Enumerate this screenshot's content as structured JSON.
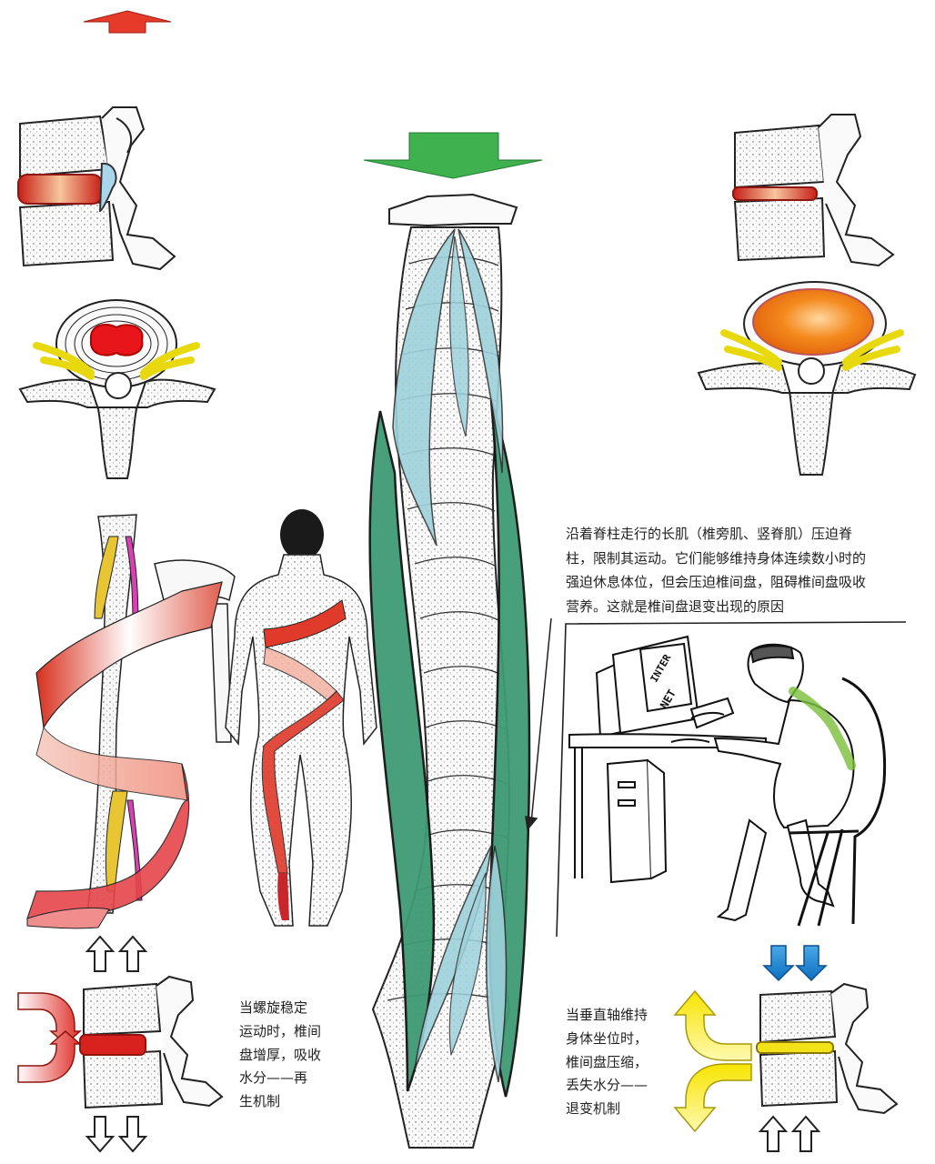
{
  "captions": {
    "main_lines": [
      "沿着脊柱走行的长肌（椎旁肌、竖脊肌）压迫脊",
      "柱，限制其运动。它们能够维持身体连续数小时的",
      "强迫休息体位，但会压迫椎间盘，阻碍椎间盘吸收",
      "营养。这就是椎间盘退变出现的原因"
    ],
    "regeneration_lines": [
      "当螺旋稳定",
      "运动时，椎间",
      "盘增厚，吸收",
      "水分——再",
      "生机制"
    ],
    "degeneration_lines": [
      "当垂直轴维持",
      "身体坐位时，",
      "椎间盘压缩，",
      "丢失水分——",
      "退变机制"
    ]
  },
  "monitor_screen_text": [
    "INTER",
    "NET"
  ],
  "colors": {
    "disc_healthy_red": "#d9281e",
    "disc_degenerated_orange": "#f07d10",
    "nerve_yellow": "#f2e21a",
    "muscle_green": "#3e9a74",
    "muscle_light_blue": "#9ed2dc",
    "arrow_green": "#3fb24f",
    "arrow_blue": "#1f8ad4",
    "arrow_yellow": "#f5e21b",
    "spiral_red": "#e03a2a",
    "spiral_pink": "#f3b3a4",
    "bone_outline": "#222222"
  },
  "icons": [
    "up-arrow-icon",
    "down-arrow-icon",
    "curved-arrow-icon",
    "vertebra-illustration",
    "human-figure-illustration",
    "computer-illustration"
  ]
}
